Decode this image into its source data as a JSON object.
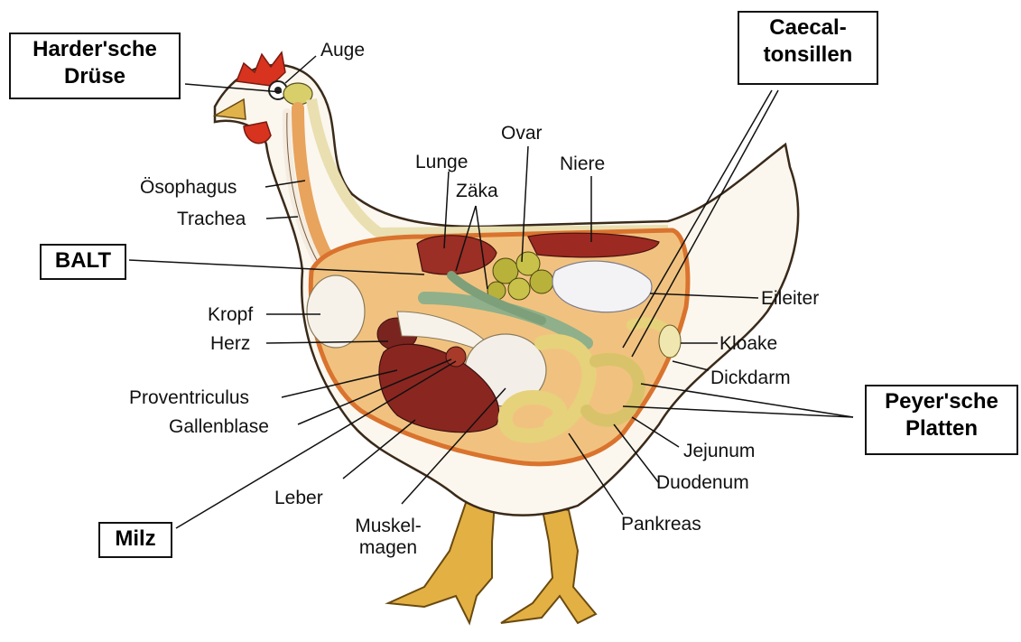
{
  "labels": {
    "auge": "Auge",
    "ovar": "Ovar",
    "lunge": "Lunge",
    "niere": "Niere",
    "zaeka": "Zäka",
    "oesophagus": "Ösophagus",
    "trachea": "Trachea",
    "kropf": "Kropf",
    "herz": "Herz",
    "eileiter": "Eileiter",
    "kloake": "Kloake",
    "dickdarm": "Dickdarm",
    "proventriculus": "Proventriculus",
    "gallenblase": "Gallenblase",
    "jejunum": "Jejunum",
    "duodenum": "Duodenum",
    "leber": "Leber",
    "pankreas": "Pankreas",
    "muskelmagen_line1": "Muskel-",
    "muskelmagen_line2": "magen"
  },
  "boxes": {
    "harder_line1": "Harder'sche",
    "harder_line2": "Drüse",
    "caecal_line1": "Caecal-",
    "caecal_line2": "tonsillen",
    "balt": "BALT",
    "peyer_line1": "Peyer'sche",
    "peyer_line2": "Platten",
    "milz": "Milz"
  },
  "colors": {
    "body_outline": "#3a2a1a",
    "body_fill": "#fbf7ee",
    "cavity": "#f1c27f",
    "cavity_edge": "#d9732e",
    "liver": "#8a2620",
    "lung": "#9b2e25",
    "kidney": "#9c2a22",
    "ovary": "#b9b23a",
    "intestine": "#e6d27a",
    "gizzard": "#f3efe8",
    "caeca": "#8fb08a",
    "comb": "#d7331f",
    "beak": "#e0b24a",
    "leg": "#e3b043"
  }
}
